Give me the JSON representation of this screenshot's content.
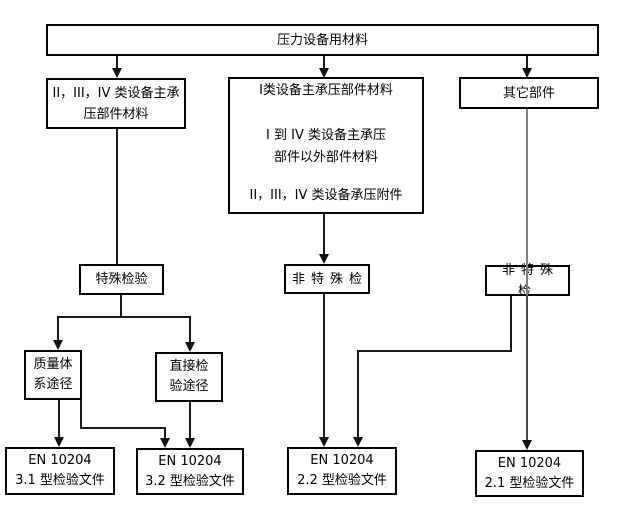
{
  "flowchart": {
    "root": {
      "label": "压力设备用材料"
    },
    "left_branch": {
      "line1": "II，III，IV 类设备主承",
      "line2": "压部件材料"
    },
    "mid_branch": {
      "line1": "I类设备主承压部件材料",
      "line2": "I 到 IV 类设备主承压",
      "line3": "部件以外部件材料",
      "line4": "II，III，IV 类设备承压附件"
    },
    "other_parts": {
      "label": "其它部件"
    },
    "special_inspection": {
      "label": "特殊检验"
    },
    "non_special_mid": {
      "label": "非特殊检"
    },
    "non_special_right": {
      "label": "非特殊检"
    },
    "quality_route": {
      "line1": "质量体",
      "line2": "系途径"
    },
    "direct_route": {
      "line1": "直接检",
      "line2": "验途径"
    },
    "en_31": {
      "line1": "EN 10204",
      "line2": "3.1 型检验文件"
    },
    "en_32": {
      "line1": "EN 10204",
      "line2": "3.2 型检验文件"
    },
    "en_22": {
      "line1": "EN 10204",
      "line2": "2.2 型检验文件"
    },
    "en_21": {
      "line1": "EN 10204",
      "line2": "2.1 型检验文件"
    },
    "colors": {
      "background": "#ffffff",
      "box_border": "#000000",
      "text": "#000000",
      "line": "#1a1a1a",
      "gray_line": "#808080"
    }
  }
}
